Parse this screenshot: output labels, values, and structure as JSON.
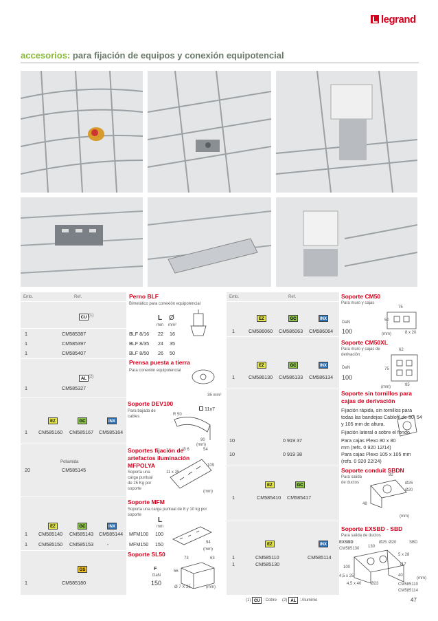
{
  "brand": {
    "name": "legrand"
  },
  "page": {
    "title_prefix": "accesorios:",
    "title_rest": " para fijación de equipos y conexión equipotencial",
    "number": "47"
  },
  "colors": {
    "accent": "#8ab83a",
    "red": "#d5001c",
    "ez": "#e4e64a",
    "gc": "#8cc24a",
    "inx": "#2a6fb4",
    "gs": "#f0c020"
  },
  "badges": {
    "cu": "CU",
    "al": "AL",
    "ez": "EZ",
    "gc": "GC",
    "inx": "INX",
    "gs": "GS",
    "note1": "(1)",
    "note2": "(2)"
  },
  "left_table": {
    "hdr_emb": "Emb.",
    "hdr_ref": "Ref.",
    "perno": {
      "title": "Perno BLF",
      "desc": "Bimetálico para conexión equipotencial",
      "col_l": "L",
      "col_d": "Ø",
      "unit_mm": "mm",
      "unit_mm2": "mm²",
      "rows": [
        {
          "emb": "1",
          "ref": "CM585387",
          "name": "BLF 8/16",
          "l": "22",
          "d": "16"
        },
        {
          "emb": "1",
          "ref": "CM585397",
          "name": "BLF 8/35",
          "l": "24",
          "d": "35"
        },
        {
          "emb": "1",
          "ref": "CM585407",
          "name": "BLF 8/50",
          "l": "26",
          "d": "50"
        }
      ]
    },
    "prensa": {
      "title": "Prensa puesta a tierra",
      "desc": "Para conexión equipotencial",
      "emb": "1",
      "ref": "CM585327",
      "dim": "35 mm²"
    },
    "dev": {
      "title": "Soporte DEV100",
      "desc1": "Para bajada de",
      "desc2": "cables",
      "option": "11x7",
      "emb": "1",
      "refs": [
        "CM585160",
        "CM585167",
        "CM585164"
      ],
      "dim1": "R 50",
      "dim2": "90",
      "unit": "(mm)"
    },
    "fijacion": {
      "title1": "Soportes fijación de",
      "title2": "artefactos iluminación",
      "title3": "MFPOLYA",
      "desc1": "Soporta una",
      "desc2": "carga puntual",
      "desc3": "de 25 Kg por",
      "desc4": "soporte",
      "emb": "20",
      "material": "Poliamida",
      "ref": "CM585145",
      "dim1": "Ø 6",
      "dim2": "54",
      "dim3": "11 x 25",
      "dim4": "109",
      "unit": "(mm)"
    },
    "mfm": {
      "title": "Soporte MFM",
      "desc": "Soporta una carga puntual de 8 y 10 kg por soporte",
      "col_l": "L",
      "unit_mm": "mm",
      "dim": "94",
      "unit": "(mm)",
      "rows": [
        {
          "emb": "1",
          "r1": "CM585140",
          "r2": "CM585143",
          "r3": "CM585144",
          "name": "MFM100",
          "l": "100"
        },
        {
          "emb": "1",
          "r1": "CM585150",
          "r2": "CM585153",
          "r3": "-",
          "name": "MFM150",
          "l": "150"
        }
      ]
    },
    "sl50": {
      "title": "Soporte SL50",
      "emb": "1",
      "ref": "CM585180",
      "col_f": "F",
      "unit_dan": "DaN",
      "f": "150",
      "dim1": "56",
      "dim2": "73",
      "dim3": "63",
      "dim4": "Ø 7 X 25",
      "unit": "(mm)"
    }
  },
  "right_table": {
    "hdr_emb": "Emb.",
    "hdr_ref": "Ref.",
    "cm50": {
      "title": "Soporte CM50",
      "desc": "Para muro y cajas",
      "unit_dan": "DaN",
      "emb": "1",
      "refs": [
        "CM586060",
        "CM586063",
        "CM586064"
      ],
      "f": "100",
      "dim1": "75",
      "dim2": "50",
      "dim3": "8 x 20",
      "unit": "(mm)"
    },
    "cm50xl": {
      "title": "Soporte CM50XL",
      "desc1": "Para muro y cajas de",
      "desc2": "derivación",
      "unit_dan": "DaN",
      "emb": "1",
      "refs": [
        "CM586130",
        "CM586133",
        "CM586134"
      ],
      "f": "100",
      "dim1": "62",
      "dim2": "75",
      "dim3": "85",
      "unit": "(mm)"
    },
    "sintornillos": {
      "title1": "Soporte sin tornillos para",
      "title2": "cajas de derivación",
      "desc1": "Fijación rápida, sin tornillos para",
      "desc2": "todas las bandejas Cablofil de 30, 54",
      "desc3": "y 105 mm de altura.",
      "desc4": "Fijación lateral o sobre el fondo",
      "rows": [
        {
          "emb": "10",
          "ref": "0 919 37",
          "d1": "Para cajas Plexo 80 x 80",
          "d2": "mm (refs. 0 920 12/14)"
        },
        {
          "emb": "10",
          "ref": "0 919 38",
          "d1": "Para cajas Plexo 105 x 105 mm",
          "d2": "(refs. 0 920 22/24)"
        }
      ]
    },
    "sbdn": {
      "title": "Soporte conduit SBDN",
      "desc1": "Para salida",
      "desc2": "de ductos",
      "emb": "1",
      "refs": [
        "CM585410",
        "CM585417"
      ],
      "dim1": "92",
      "dim2": "Ø25",
      "dim3": "Ø20",
      "dim4": "48",
      "unit": "(mm)"
    },
    "exsbd": {
      "title": "Soporte EXSBD - SBD",
      "desc": "Para salida de ductos",
      "lbl1": "EXSBD",
      "lbl2": "CM585130",
      "lbl3": "SBD",
      "lbl4": "CM585110",
      "lbl5": "CM585114",
      "dims": [
        "130",
        "Ø25",
        "Ø20",
        "5 x 28",
        "100",
        "117",
        "4,5 x 25",
        "4,5 x 40",
        "Ø23",
        "40"
      ],
      "unit": "(mm)",
      "rows": [
        {
          "emb": "1",
          "r1": "CM585110",
          "r2": "CM585114"
        },
        {
          "emb": "1",
          "r1": "CM585130",
          "r2": ""
        }
      ]
    }
  },
  "footnote": {
    "p1": "(1)",
    "t1": ": Cobre",
    "p2": "(2)",
    "t2": ": Aluminio"
  }
}
